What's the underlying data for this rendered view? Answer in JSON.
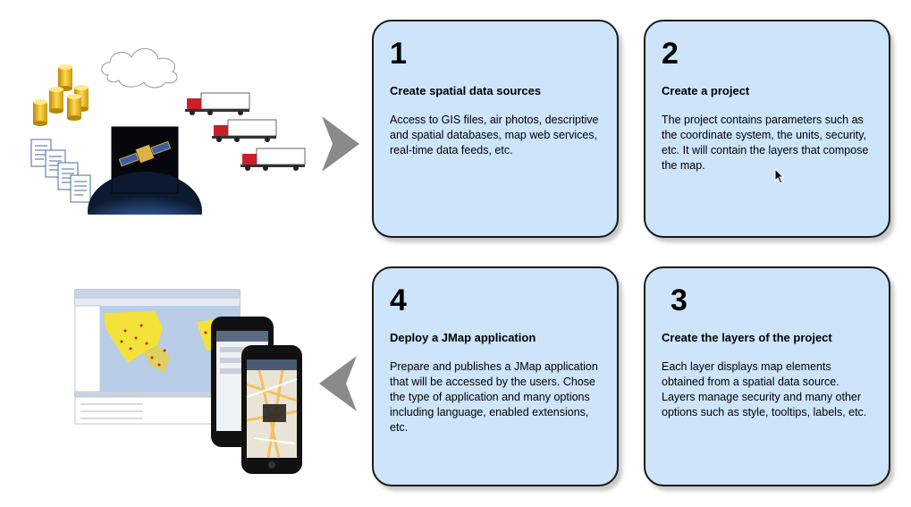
{
  "steps": [
    {
      "number": "1",
      "title": "Create spatial data sources",
      "description": "Access to GIS files, air photos, descriptive and spatial databases, map web services, real-time data feeds, etc."
    },
    {
      "number": "2",
      "title": "Create a project",
      "description": "The project contains parameters such as the coordinate system, the units, security, etc. It will contain the layers that compose the map."
    },
    {
      "number": "3",
      "title": "Create the layers of the project",
      "description": "Each layer displays map elements obtained from a spatial data source. Layers manage security and many other options such as style, tooltips, labels, etc."
    },
    {
      "number": "4",
      "title": "Deploy a JMap application",
      "description": "Prepare and publishes a JMap application that will be accessed by the users. Chose the type of application and many options including language, enabled extensions, etc."
    }
  ],
  "colors": {
    "card_fill": "#cde4fb",
    "card_border": "#1a1a1a",
    "arrow": "#8a8a8a"
  },
  "icons": [
    "database-icon",
    "cloud-icon",
    "document-icon",
    "satellite-icon",
    "truck-icon",
    "desktop-map-screenshot",
    "phone-icon",
    "arrow-right-icon",
    "arrow-left-icon"
  ]
}
